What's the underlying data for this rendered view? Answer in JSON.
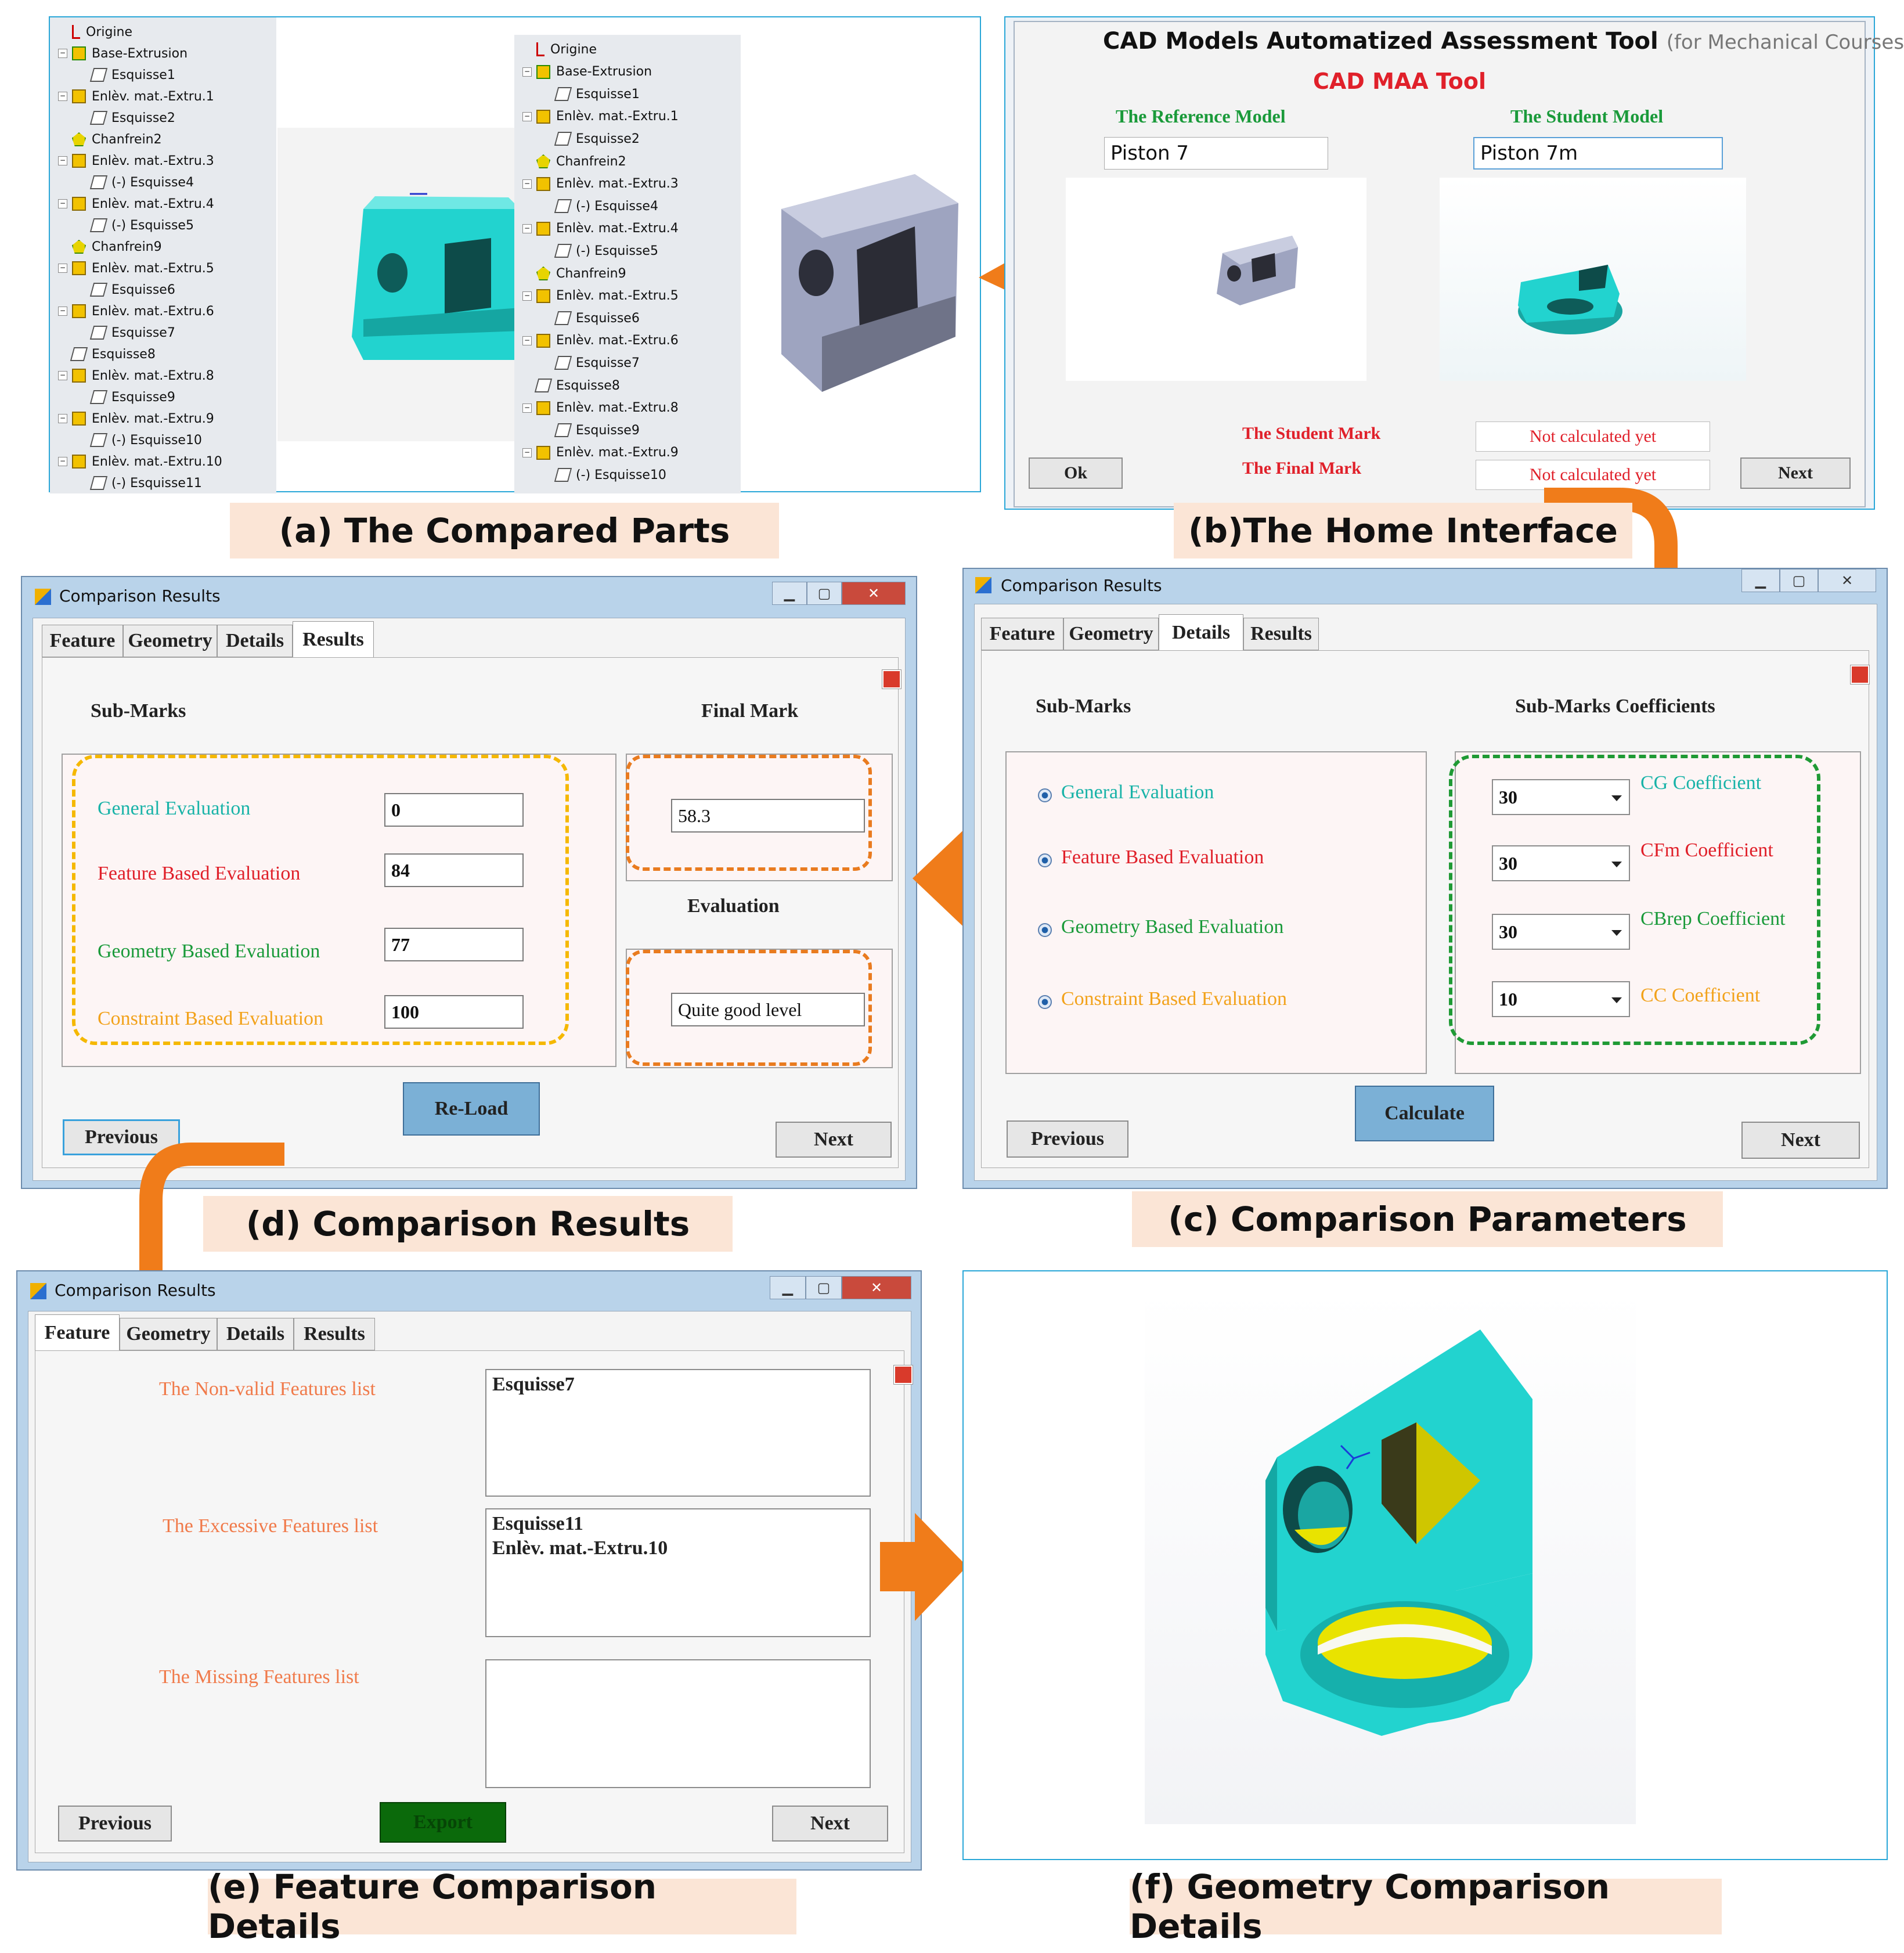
{
  "panel_a": {
    "tree_left": [
      {
        "label": "Origine",
        "kind": "orig",
        "level": 0
      },
      {
        "label": "Base-Extrusion",
        "kind": "base",
        "level": 0,
        "pm": "−"
      },
      {
        "label": "Esquisse1",
        "kind": "sketch",
        "level": 1
      },
      {
        "label": "Enlèv. mat.-Extru.1",
        "kind": "feat",
        "level": 0,
        "pm": "−"
      },
      {
        "label": "Esquisse2",
        "kind": "sketch",
        "level": 1
      },
      {
        "label": "Chanfrein2",
        "kind": "cham",
        "level": 0
      },
      {
        "label": "Enlèv. mat.-Extru.3",
        "kind": "feat",
        "level": 0,
        "pm": "−"
      },
      {
        "label": "(-) Esquisse4",
        "kind": "sketch",
        "level": 1
      },
      {
        "label": "Enlèv. mat.-Extru.4",
        "kind": "feat",
        "level": 0,
        "pm": "−"
      },
      {
        "label": "(-) Esquisse5",
        "kind": "sketch",
        "level": 1
      },
      {
        "label": "Chanfrein9",
        "kind": "cham",
        "level": 0
      },
      {
        "label": "Enlèv. mat.-Extru.5",
        "kind": "feat",
        "level": 0,
        "pm": "−"
      },
      {
        "label": "Esquisse6",
        "kind": "sketch",
        "level": 1
      },
      {
        "label": "Enlèv. mat.-Extru.6",
        "kind": "feat",
        "level": 0,
        "pm": "−"
      },
      {
        "label": "Esquisse7",
        "kind": "sketch",
        "level": 1
      },
      {
        "label": "Esquisse8",
        "kind": "sketch",
        "level": 0
      },
      {
        "label": "Enlèv. mat.-Extru.8",
        "kind": "feat",
        "level": 0,
        "pm": "−"
      },
      {
        "label": "Esquisse9",
        "kind": "sketch",
        "level": 1
      },
      {
        "label": "Enlèv. mat.-Extru.9",
        "kind": "feat",
        "level": 0,
        "pm": "−"
      },
      {
        "label": "(-) Esquisse10",
        "kind": "sketch",
        "level": 1
      },
      {
        "label": "Enlèv. mat.-Extru.10",
        "kind": "feat",
        "level": 0,
        "pm": "−"
      },
      {
        "label": "(-) Esquisse11",
        "kind": "sketch",
        "level": 1
      }
    ],
    "tree_right": [
      {
        "label": "Origine",
        "kind": "orig",
        "level": 0
      },
      {
        "label": "Base-Extrusion",
        "kind": "base",
        "level": 0,
        "pm": "−"
      },
      {
        "label": "Esquisse1",
        "kind": "sketch",
        "level": 1
      },
      {
        "label": "Enlèv. mat.-Extru.1",
        "kind": "feat",
        "level": 0,
        "pm": "−"
      },
      {
        "label": "Esquisse2",
        "kind": "sketch",
        "level": 1
      },
      {
        "label": "Chanfrein2",
        "kind": "cham",
        "level": 0
      },
      {
        "label": "Enlèv. mat.-Extru.3",
        "kind": "feat",
        "level": 0,
        "pm": "−"
      },
      {
        "label": "(-) Esquisse4",
        "kind": "sketch",
        "level": 1
      },
      {
        "label": "Enlèv. mat.-Extru.4",
        "kind": "feat",
        "level": 0,
        "pm": "−"
      },
      {
        "label": "(-) Esquisse5",
        "kind": "sketch",
        "level": 1
      },
      {
        "label": "Chanfrein9",
        "kind": "cham",
        "level": 0
      },
      {
        "label": "Enlèv. mat.-Extru.5",
        "kind": "feat",
        "level": 0,
        "pm": "−"
      },
      {
        "label": "Esquisse6",
        "kind": "sketch",
        "level": 1
      },
      {
        "label": "Enlèv. mat.-Extru.6",
        "kind": "feat",
        "level": 0,
        "pm": "−"
      },
      {
        "label": "Esquisse7",
        "kind": "sketch",
        "level": 1
      },
      {
        "label": "Esquisse8",
        "kind": "sketch",
        "level": 0
      },
      {
        "label": "Enlèv. mat.-Extru.8",
        "kind": "feat",
        "level": 0,
        "pm": "−"
      },
      {
        "label": "Esquisse9",
        "kind": "sketch",
        "level": 1
      },
      {
        "label": "Enlèv. mat.-Extru.9",
        "kind": "feat",
        "level": 0,
        "pm": "−"
      },
      {
        "label": "(-) Esquisse10",
        "kind": "sketch",
        "level": 1
      }
    ]
  },
  "panel_b": {
    "title": "CAD Models Automatized Assessment Tool",
    "title_suffix": "(for Mechanical Courses)",
    "subtitle": "CAD MAA Tool",
    "ref_label": "The Reference Model",
    "ref_value": "Piston 7",
    "stu_label": "The Student Model",
    "stu_value": "Piston 7m",
    "student_mark_label": "The Student Mark",
    "student_mark_value": "Not calculated yet",
    "final_mark_label": "The Final Mark",
    "final_mark_value": "Not calculated yet",
    "ok_label": "Ok",
    "next_label": "Next"
  },
  "panel_c": {
    "window_title": "Comparison Results",
    "tabs": [
      "Feature",
      "Geometry",
      "Details",
      "Results"
    ],
    "active_tab": "Details",
    "submarks_header": "Sub-Marks",
    "coeff_header": "Sub-Marks Coefficients",
    "rows": [
      {
        "label": "General Evaluation",
        "value": "30",
        "coeff": "CG Coefficient",
        "color": "teal"
      },
      {
        "label": "Feature Based Evaluation",
        "value": "30",
        "coeff": "CFm Coefficient",
        "color": "red"
      },
      {
        "label": "Geometry Based Evaluation",
        "value": "30",
        "coeff": "CBrep Coefficient",
        "color": "green"
      },
      {
        "label": "Constraint Based Evaluation",
        "value": "10",
        "coeff": "CC Coefficient",
        "color": "orange"
      }
    ],
    "calculate_label": "Calculate",
    "previous_label": "Previous",
    "next_label": "Next"
  },
  "panel_d": {
    "window_title": "Comparison Results",
    "tabs": [
      "Feature",
      "Geometry",
      "Details",
      "Results"
    ],
    "active_tab": "Results",
    "submarks_header": "Sub-Marks",
    "final_header": "Final Mark",
    "evaluation_header": "Evaluation",
    "rows": [
      {
        "label": "General Evaluation",
        "value": "0",
        "color": "teal"
      },
      {
        "label": "Feature Based Evaluation",
        "value": "84",
        "color": "red"
      },
      {
        "label": "Geometry Based Evaluation",
        "value": "77",
        "color": "green"
      },
      {
        "label": "Constraint Based Evaluation",
        "value": "100",
        "color": "orange"
      }
    ],
    "final_value": "58.3",
    "evaluation_value": "Quite good level",
    "reload_label": "Re-Load",
    "previous_label": "Previous",
    "next_label": "Next"
  },
  "panel_e": {
    "window_title": "Comparison Results",
    "tabs": [
      "Feature",
      "Geometry",
      "Details",
      "Results"
    ],
    "active_tab": "Feature",
    "nonvalid_label": "The Non-valid Features list",
    "nonvalid_items": "Esquisse7",
    "excessive_label": "The Excessive Features list",
    "excessive_items_1": "Esquisse11",
    "excessive_items_2": "Enlèv. mat.-Extru.10",
    "missing_label": "The Missing Features list",
    "previous_label": "Previous",
    "export_label": "Export",
    "next_label": "Next"
  },
  "captions": {
    "a": "(a) The Compared Parts",
    "b": "(b)The Home Interface",
    "c": "(c) Comparison Parameters",
    "d": "(d) Comparison Results",
    "e": "(e) Feature Comparison Details",
    "f": "(f) Geometry Comparison Details"
  },
  "colors": {
    "teal": "#19b3a8",
    "red": "#e0202a",
    "green": "#1a9a3a",
    "orange": "#f2a21b",
    "arrow": "#f07c1a",
    "caption_bg": "#fbe5d6",
    "part_teal": "#22d3cf",
    "part_grey": "#9ea4c0"
  }
}
